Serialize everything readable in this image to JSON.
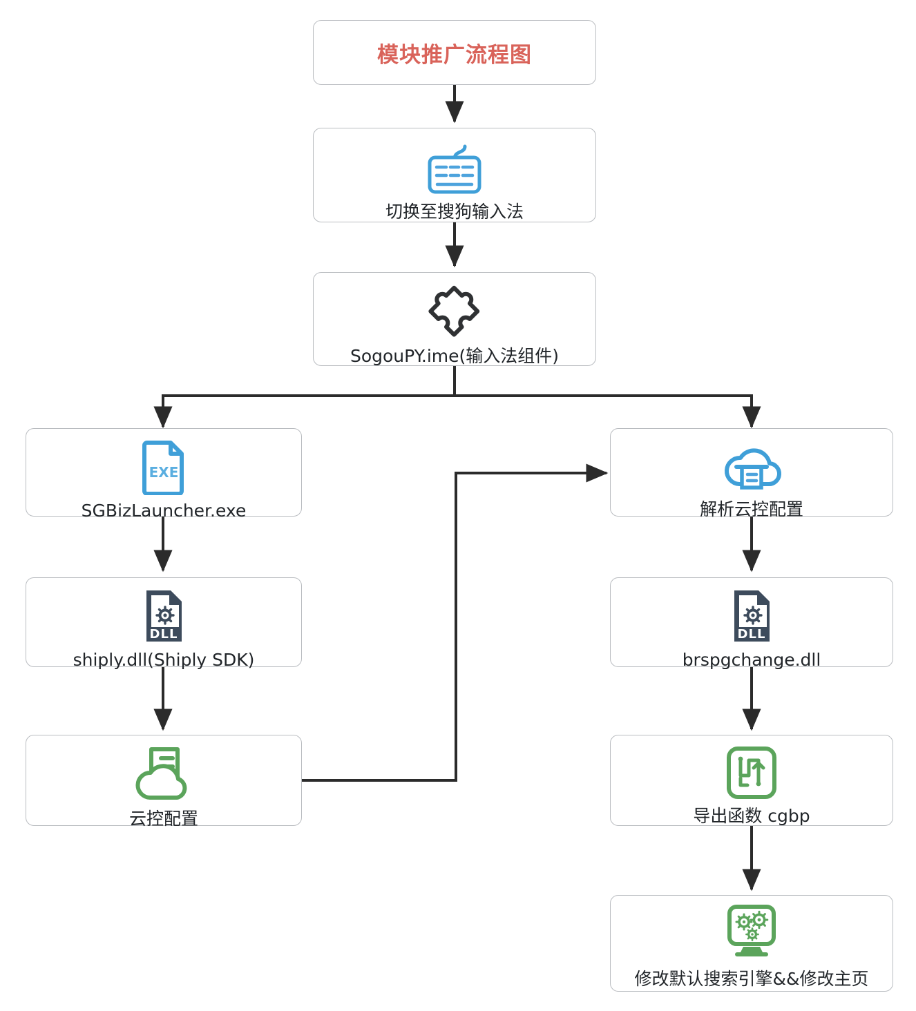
{
  "diagram": {
    "title": "模块推广流程图",
    "title_color": "#d9635a",
    "node_border_color": "#b9bcc0",
    "edge_color": "#2b2b2b",
    "accent_blue": "#3f9fd8",
    "accent_green": "#5ba45b",
    "accent_darkslate": "#3d4b5c"
  },
  "nodes": [
    {
      "id": "title",
      "icon": "none",
      "label": "模块推广流程图",
      "kind": "title"
    },
    {
      "id": "switch-ime",
      "icon": "keyboard-icon",
      "label": "切换至搜狗输入法",
      "icon_color": "#3f9fd8"
    },
    {
      "id": "sogoupy-ime",
      "icon": "puzzle-piece-icon",
      "label": "SogouPY.ime(输入法组件)",
      "icon_color": "#2f3133"
    },
    {
      "id": "sgbizlauncher",
      "icon": "exe-file-icon",
      "label": "SGBizLauncher.exe",
      "icon_color": "#3f9fd8",
      "icon_text": "EXE"
    },
    {
      "id": "shiply-dll",
      "icon": "dll-file-icon",
      "label": "shiply.dll(Shiply SDK)",
      "icon_color": "#3d4b5c",
      "icon_text": "DLL"
    },
    {
      "id": "cloud-config",
      "icon": "cloud-document-icon",
      "label": "云控配置",
      "icon_color": "#5ba45b"
    },
    {
      "id": "parse-cloud-config",
      "icon": "cloud-upload-doc-icon",
      "label": "解析云控配置",
      "icon_color": "#3f9fd8"
    },
    {
      "id": "brspgchange-dll",
      "icon": "dll-file-icon",
      "label": "brspgchange.dll",
      "icon_color": "#3d4b5c",
      "icon_text": "DLL"
    },
    {
      "id": "export-func-cgbp",
      "icon": "function-circuit-icon",
      "label": "导出函数 cgbp",
      "icon_color": "#5ba45b"
    },
    {
      "id": "modify-search-home",
      "icon": "monitor-gears-icon",
      "label": "修改默认搜索引擎&&修改主页",
      "icon_color": "#5ba45b"
    }
  ],
  "edges": [
    {
      "from": "title",
      "to": "switch-ime",
      "style": "straight-down"
    },
    {
      "from": "switch-ime",
      "to": "sogoupy-ime",
      "style": "straight-down"
    },
    {
      "from": "sogoupy-ime",
      "to": "sgbizlauncher",
      "style": "split-left"
    },
    {
      "from": "sogoupy-ime",
      "to": "parse-cloud-config",
      "style": "split-right"
    },
    {
      "from": "sgbizlauncher",
      "to": "shiply-dll",
      "style": "straight-down"
    },
    {
      "from": "shiply-dll",
      "to": "cloud-config",
      "style": "straight-down"
    },
    {
      "from": "cloud-config",
      "to": "parse-cloud-config",
      "style": "right-then-up-then-right"
    },
    {
      "from": "parse-cloud-config",
      "to": "brspgchange-dll",
      "style": "straight-down"
    },
    {
      "from": "brspgchange-dll",
      "to": "export-func-cgbp",
      "style": "straight-down"
    },
    {
      "from": "export-func-cgbp",
      "to": "modify-search-home",
      "style": "straight-down"
    }
  ]
}
